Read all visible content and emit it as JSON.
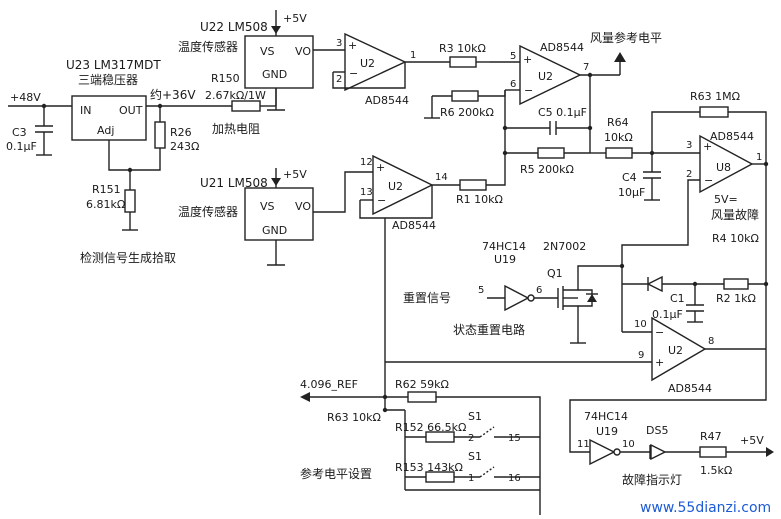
{
  "labels": {
    "u22_ref": "U22  LM508",
    "u22_temp": "温度传感器",
    "u22_vs": "VS",
    "u22_vo": "VO",
    "u22_gnd": "GND",
    "u22_5v": "+5V",
    "u21_ref": "U21  LM508",
    "u21_temp": "温度传感器",
    "u21_vs": "VS",
    "u21_vo": "VO",
    "u21_gnd": "GND",
    "u21_5v": "+5V",
    "u23_ref": "U23  LM317MDT",
    "u23_name": "三端稳压器",
    "u23_in": "IN",
    "u23_out": "OUT",
    "u23_adj": "Adj",
    "v48": "+48V",
    "c3": "C3",
    "c3_val": "0.1μF",
    "approx36": "约+36V",
    "r150": "R150",
    "r150_val": "2.67kΩ/1W",
    "heater": "加热电阻",
    "r26": "R26",
    "r26_val": "243Ω",
    "r151": "R151",
    "r151_val": "6.81kΩ",
    "detect": "检测信号生成拾取",
    "u2_top": "U2",
    "ad8544_top": "AD8544",
    "r3": "R3  10kΩ",
    "r6": "R6  200kΩ",
    "u2_mid": "U2",
    "ad8544_mid": "AD8544",
    "wind_ref": "风量参考电平",
    "c5": "C5  0.1μF",
    "r5": "R5  200kΩ",
    "r64": "R64",
    "r64_val": "10kΩ",
    "c4": "C4",
    "c4_val": "10μF",
    "r63_top": "R63  1MΩ",
    "u8": "U8",
    "ad8544_u8": "AD8544",
    "v5eq": "5V=",
    "wind_fault": "风量故障",
    "u2_low": "U2",
    "ad8544_low": "AD8544",
    "r1": "R1  10kΩ",
    "r4": "R4  10kΩ",
    "hc14_top": "74HC14",
    "u19_top": "U19",
    "q1_part": "2N7002",
    "q1": "Q1",
    "reset_sig": "重置信号",
    "reset_circ": "状态重置电路",
    "c1": "C1",
    "c1_val": "0.1μF",
    "r2": "R2  1kΩ",
    "u2_reset": "U2",
    "ad8544_reset": "AD8544",
    "ref4096": "4.096_REF",
    "r62": "R62  59kΩ",
    "r63_bot": "R63  10kΩ",
    "r152": "R152  66.5kΩ",
    "r153": "R153  143kΩ",
    "s1_a": "S1",
    "s1_b": "S1",
    "ref_set": "参考电平设置",
    "hc14_bot": "74HC14",
    "u19_bot": "U19",
    "ds5": "DS5",
    "r47": "R47",
    "r47_val": "1.5kΩ",
    "v5_bot": "+5V",
    "fault_led": "故障指示灯",
    "watermark": "www.55dianzi.com"
  },
  "pins": {
    "p1": "1",
    "p2": "2",
    "p3": "3",
    "p5": "5",
    "p6": "6",
    "p7": "7",
    "p12": "12",
    "p13": "13",
    "p14": "14",
    "p3b": "3",
    "p2b": "2",
    "p1b": "1",
    "p5c": "5",
    "p6c": "6",
    "p10": "10",
    "p9": "9",
    "p8": "8",
    "s2": "2",
    "s15": "15",
    "s1": "1",
    "s16": "16",
    "p11": "11",
    "p10b": "10"
  }
}
